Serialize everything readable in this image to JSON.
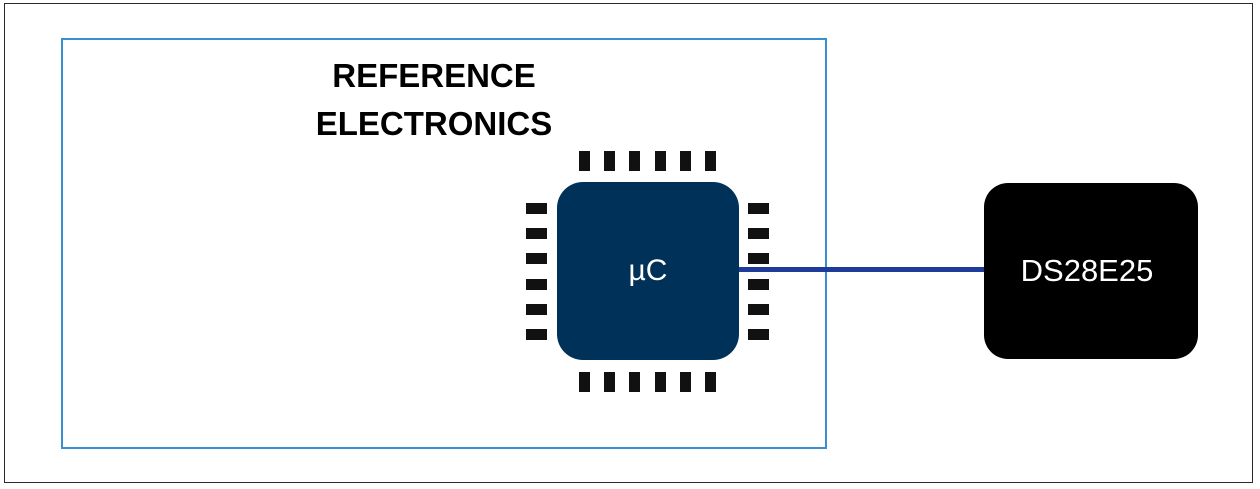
{
  "diagram": {
    "reference_block": {
      "label_line1": "REFERENCE",
      "label_line2": "ELECTRONICS",
      "border_color": "#3a8fd0"
    },
    "microcontroller": {
      "label": "µC",
      "fill_color": "#003158",
      "pin_color": "#111111",
      "pins_per_side": 6
    },
    "connection": {
      "color": "#1e3a9b"
    },
    "device": {
      "label": "DS28E25",
      "fill_color": "#000000"
    }
  }
}
